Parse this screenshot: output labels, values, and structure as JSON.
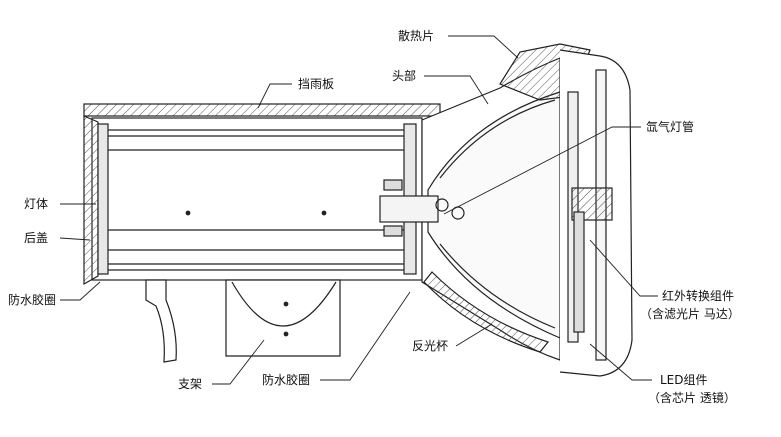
{
  "labels": {
    "heat_sink": "散热片",
    "head": "头部",
    "rain_shield": "挡雨板",
    "xenon_tube": "氙气灯管",
    "lamp_body": "灯体",
    "rear_cover": "后盖",
    "waterproof_ring_left": "防水胶圈",
    "waterproof_ring_bottom": "防水胶圈",
    "reflector": "反光杯",
    "bracket": "支架",
    "ir_module_line1": "红外转换组件",
    "ir_module_line2": "（含滤光片  马达）",
    "led_module_line1": "LED组件",
    "led_module_line2": "（含芯片  透镜）"
  }
}
